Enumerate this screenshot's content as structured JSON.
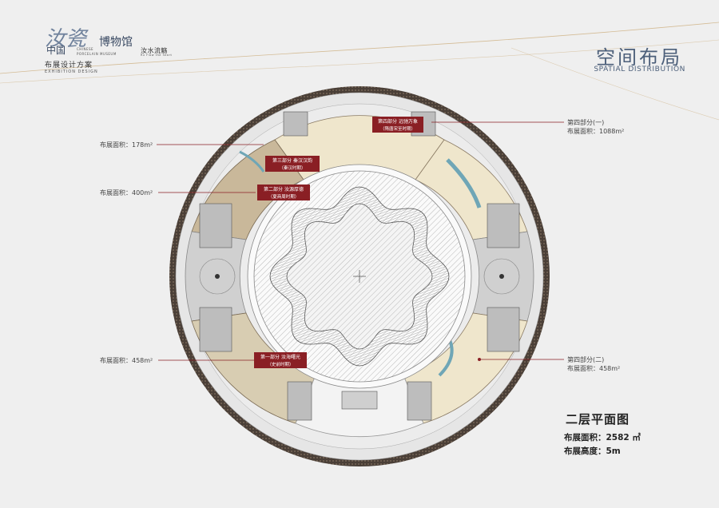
{
  "logo": {
    "brand_mark": "汝瓷",
    "brand_country": "中国",
    "museum_name": "博物馆",
    "museum_en_line1": "CHINESE",
    "museum_en_line2": "PORCELAIN MUSEUM",
    "slogan": "汝水流觞",
    "slogan_en": "Ru Flow the heart",
    "plan_title": "布展设计方案",
    "plan_title_en": "EXHIBITION DESIGN"
  },
  "header": {
    "title_cn": "空间布局",
    "title_en": "SPATIAL DISTRIBUTION"
  },
  "callouts": {
    "left": [
      {
        "label": "布展面积：178m²"
      },
      {
        "label": "布展面积：400m²"
      },
      {
        "label": "布展面积：458m²"
      }
    ],
    "right": [
      {
        "line1": "第四部分(一)",
        "line2": "布展面积：1088m²"
      },
      {
        "line1": "第四部分(二)",
        "line2": "布展面积：458m²"
      }
    ]
  },
  "sections": [
    {
      "line1": "第四部分  远驰万象",
      "line2": "（隋唐宋至时期）"
    },
    {
      "line1": "第三部分  秦汉汉韵",
      "line2": "（秦汉时期）"
    },
    {
      "line1": "第二部分  汝源厚德",
      "line2": "（夏商周时期）"
    },
    {
      "line1": "第一部分  汝海曙光",
      "line2": "（史前时期）"
    }
  ],
  "floor": {
    "title": "二层平面图",
    "area_label": "布展面积：2582 ㎡",
    "height_label": "布展高度：5m"
  },
  "colors": {
    "background": "#efefef",
    "accent_blue": "#4c5f7a",
    "section_red": "#8a1f24",
    "wall_dark": "#4a3f37",
    "exhibit_cream": "#efe6cc",
    "exhibit_tan": "#c9b89a",
    "water_blue": "#6fa6b6"
  }
}
